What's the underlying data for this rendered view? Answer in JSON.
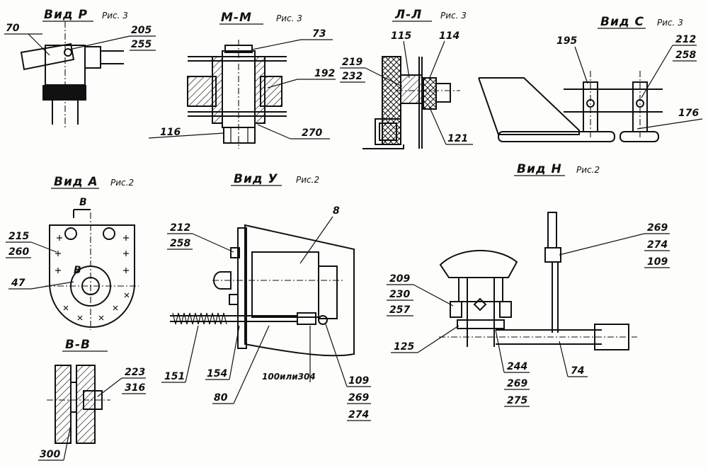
{
  "views": {
    "vid_p": {
      "title": "Вид Р",
      "ref": "Рис. 3"
    },
    "mm": {
      "title": "М-М",
      "ref": "Рис. 3"
    },
    "ll": {
      "title": "Л-Л",
      "ref": "Рис. 3"
    },
    "vid_s": {
      "title": "Вид С",
      "ref": "Рис. 3"
    },
    "vid_a": {
      "title": "Вид А",
      "ref": "Рис.2"
    },
    "bb": {
      "title": "В-В"
    },
    "vid_u": {
      "title": "Вид У",
      "ref": "Рис.2"
    },
    "vid_n": {
      "title": "Вид Н",
      "ref": "Рис.2"
    }
  },
  "section_marks": {
    "b_top": "В",
    "b_side": "В"
  },
  "labels": {
    "p70": "70",
    "p205": "205",
    "p255": "255",
    "p73": "73",
    "p192": "192",
    "p116": "116",
    "p270": "270",
    "p115": "115",
    "p114": "114",
    "p219": "219",
    "p232": "232",
    "p121": "121",
    "p195": "195",
    "p212a": "212",
    "p258a": "258",
    "p176": "176",
    "p215": "215",
    "p260": "260",
    "p47": "47",
    "p223": "223",
    "p316": "316",
    "p300": "300",
    "p212b": "212",
    "p258b": "258",
    "p8": "8",
    "p151": "151",
    "p154": "154",
    "p80": "80",
    "p100": "100или304",
    "p109a": "109",
    "p269a": "269",
    "p274a": "274",
    "p269b": "269",
    "p274b": "274",
    "p109b": "109",
    "p209": "209",
    "p230": "230",
    "p257": "257",
    "p125": "125",
    "p244": "244",
    "p269c": "269",
    "p275": "275",
    "p74": "74"
  }
}
